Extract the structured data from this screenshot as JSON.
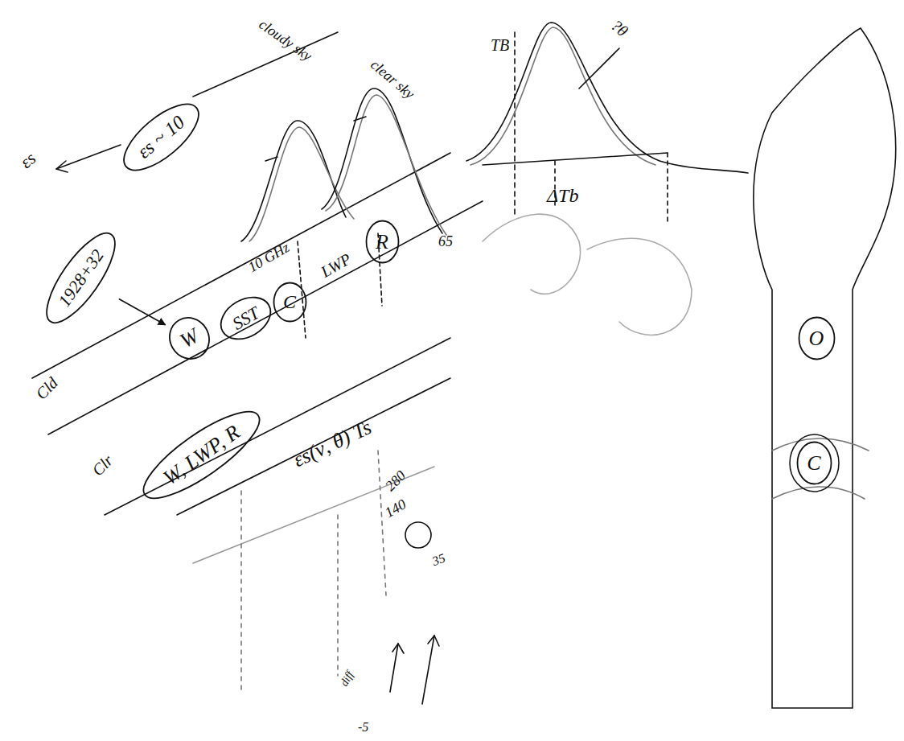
{
  "diagram": {
    "nodes": [
      {
        "text": [
          "εs ~ 10"
        ]
      },
      {
        "text": [
          "1928+32"
        ]
      },
      {
        "text": [
          "W"
        ]
      },
      {
        "text": [
          "SST"
        ]
      },
      {
        "text": [
          "C"
        ]
      },
      {
        "text": [
          "R"
        ]
      },
      {
        "text": [
          "W, LWP, R"
        ]
      },
      {
        "text": [
          "O"
        ]
      },
      {
        "text": [
          "C"
        ]
      }
    ],
    "edges": [
      {
        "from": 1,
        "to": 2,
        "arrow": "to"
      }
    ],
    "labels": [
      "εs",
      "cloudy sky",
      "clear sky",
      "TB",
      "?θ",
      "ΔTb",
      "65",
      "10 GHz",
      "LWP",
      "Cld",
      "Clr",
      "εs(ν, θ) Ts",
      "280",
      "140",
      "35",
      "-5",
      "diff"
    ]
  }
}
